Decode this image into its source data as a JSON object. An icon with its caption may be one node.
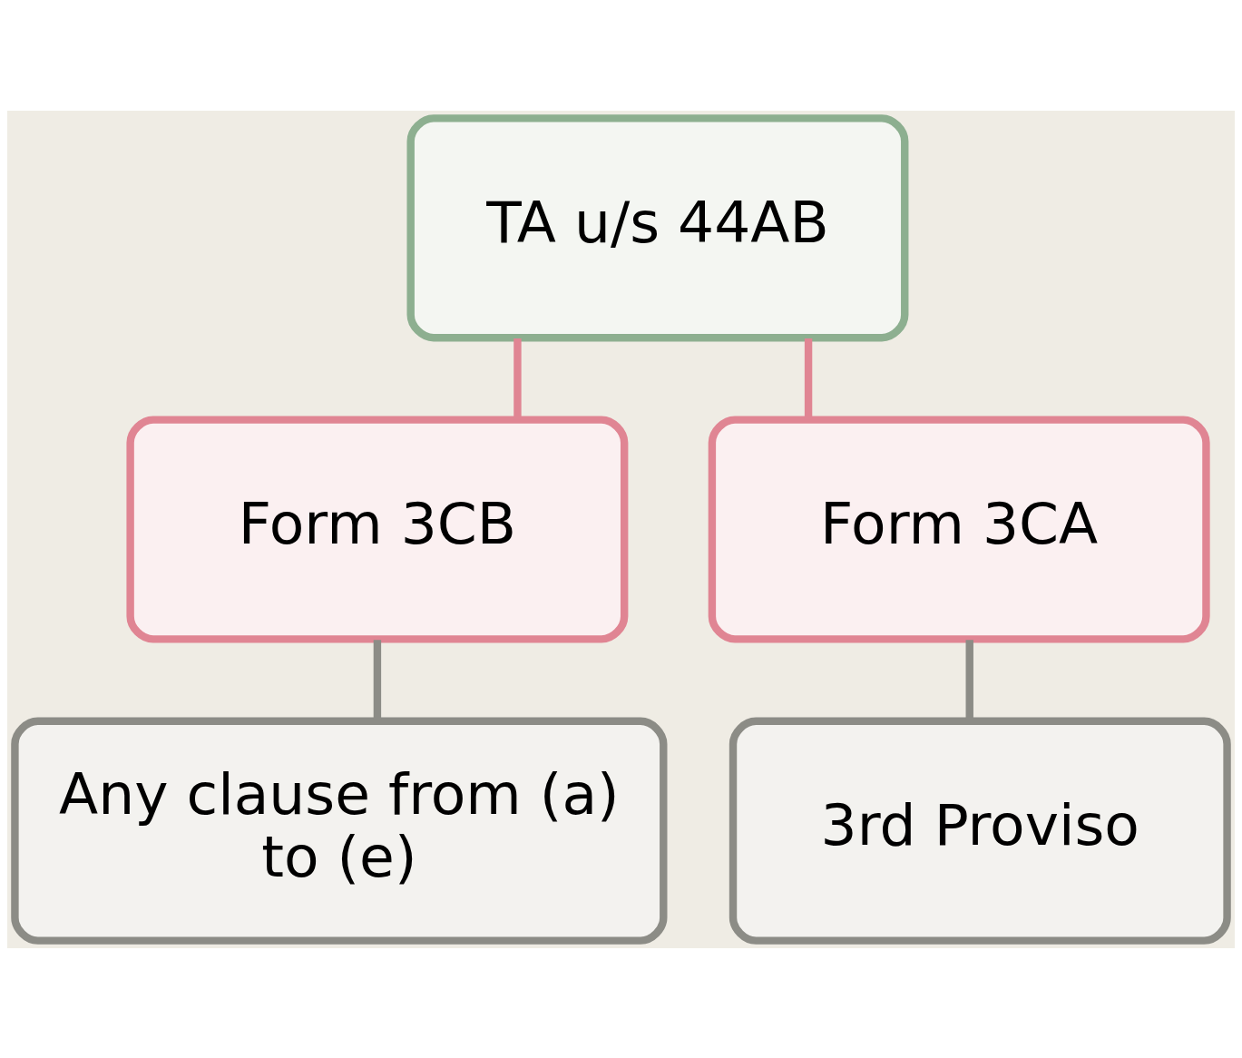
{
  "diagram": {
    "nodes": [
      {
        "text": [
          "TA u/s 44AB"
        ]
      },
      {
        "text": [
          "Form 3CB"
        ]
      },
      {
        "text": [
          "Form 3CA"
        ]
      },
      {
        "text": [
          "Any clause from (a) to (e)"
        ]
      },
      {
        "text": [
          "3rd Proviso"
        ]
      }
    ],
    "edges": [
      {
        "from": 0,
        "to": 1,
        "arrow": "none",
        "color": "#e08593"
      },
      {
        "from": 0,
        "to": 2,
        "arrow": "none",
        "color": "#e08593"
      },
      {
        "from": 1,
        "to": 3,
        "arrow": "none",
        "color": "#8c8c86"
      },
      {
        "from": 2,
        "to": 4,
        "arrow": "none",
        "color": "#8c8c86"
      }
    ]
  }
}
